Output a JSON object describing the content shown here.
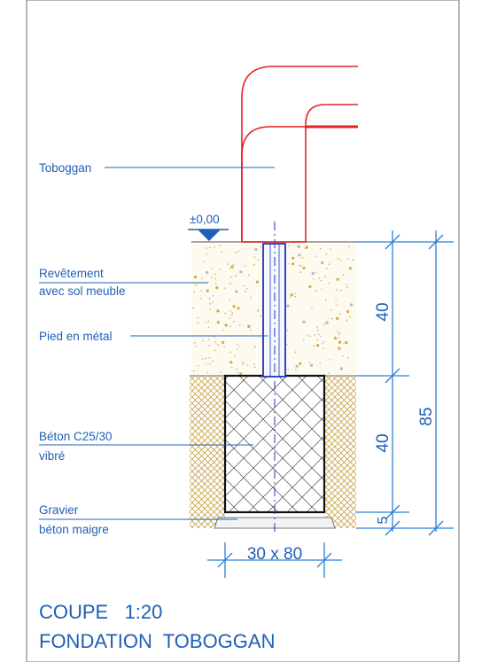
{
  "labels": {
    "toboggan": "Toboggan",
    "revetement_1": "Revêtement",
    "revetement_2": "avec sol meuble",
    "pied": "Pied en métal",
    "beton_1": "Béton C25/30",
    "beton_2": "vibré",
    "gravier_1": "Gravier",
    "gravier_2": "béton maigre"
  },
  "level": "±0,00",
  "dimensions": {
    "upper": "40",
    "lower": "40",
    "base": "5",
    "total": "85",
    "footing": "30 x 80"
  },
  "title": {
    "line1": "COUPE   1:20",
    "line2": "FONDATION  TOBOGGAN"
  },
  "colors": {
    "annotation": "#1f5fb8",
    "dimension": "#2a7fd6",
    "slide": "#e52222",
    "post": "#2233bb",
    "soil_dots": "#d8a83a",
    "hatch": "#c9a34a"
  }
}
